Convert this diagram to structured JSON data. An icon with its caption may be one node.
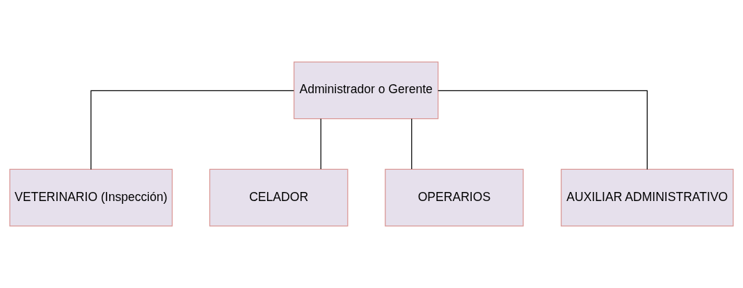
{
  "diagram": {
    "nodes": [
      {
        "text": [
          "Administrador o Gerente"
        ]
      },
      {
        "text": [
          "VETERINARIO (Inspección)"
        ]
      },
      {
        "text": [
          "CELADOR"
        ]
      },
      {
        "text": [
          "OPERARIOS"
        ]
      },
      {
        "text": [
          "AUXILIAR ADMINISTRATIVO"
        ]
      }
    ],
    "edges": [
      {
        "from": 0,
        "to": 1,
        "arrow": "none"
      },
      {
        "from": 0,
        "to": 2,
        "arrow": "none"
      },
      {
        "from": 0,
        "to": 3,
        "arrow": "none"
      },
      {
        "from": 0,
        "to": 4,
        "arrow": "none"
      }
    ]
  }
}
